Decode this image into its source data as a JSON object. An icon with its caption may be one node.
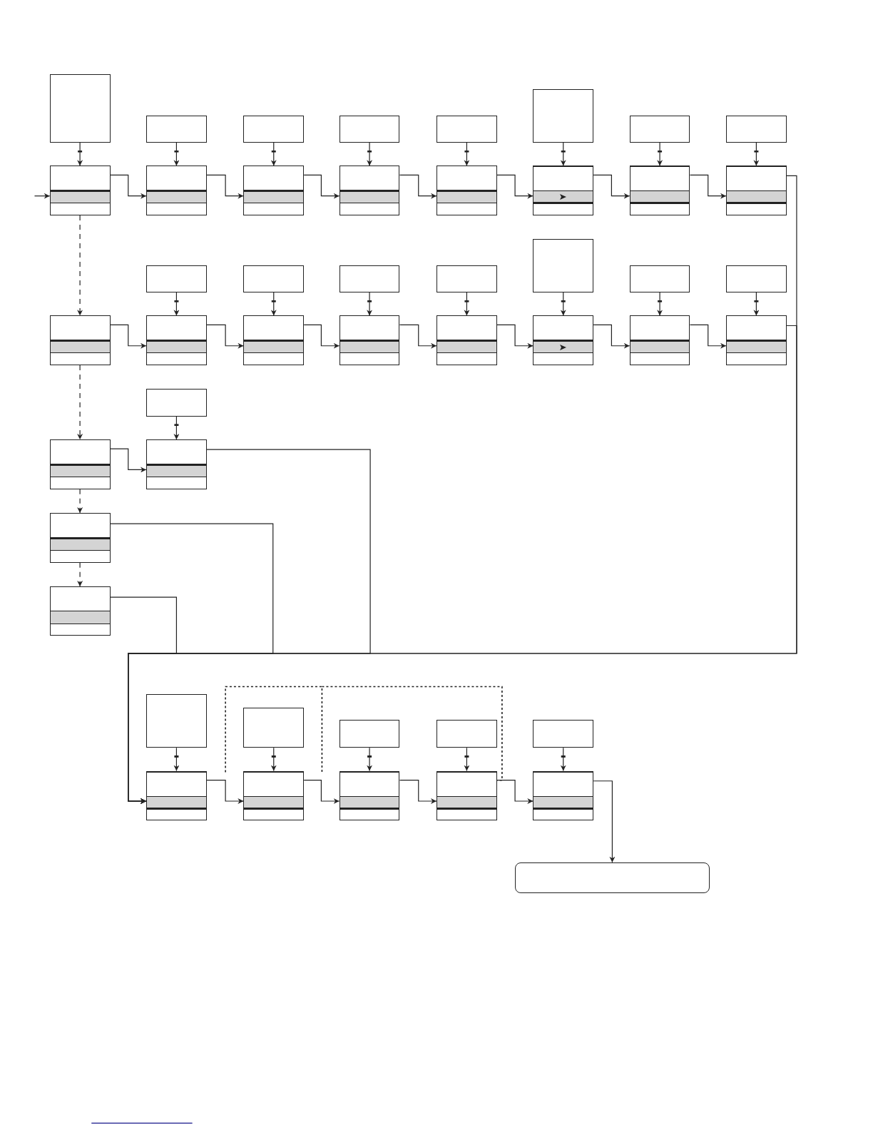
{
  "diagram": {
    "nodes": [
      {
        "text": [],
        "shape": "box"
      },
      {
        "text": [],
        "shape": "box"
      },
      {
        "text": [],
        "shape": "box"
      },
      {
        "text": [],
        "shape": "box"
      },
      {
        "text": [],
        "shape": "box"
      },
      {
        "text": [],
        "shape": "box"
      },
      {
        "text": [],
        "shape": "box"
      },
      {
        "text": [],
        "shape": "box"
      },
      {
        "text": [],
        "shape": "table"
      },
      {
        "text": [],
        "shape": "table"
      },
      {
        "text": [],
        "shape": "table"
      },
      {
        "text": [],
        "shape": "table"
      },
      {
        "text": [],
        "shape": "table"
      },
      {
        "text": [],
        "shape": "table"
      },
      {
        "text": [],
        "shape": "table"
      },
      {
        "text": [],
        "shape": "table"
      },
      {
        "text": [],
        "shape": "box"
      },
      {
        "text": [],
        "shape": "box"
      },
      {
        "text": [],
        "shape": "box"
      },
      {
        "text": [],
        "shape": "box"
      },
      {
        "text": [],
        "shape": "box"
      },
      {
        "text": [],
        "shape": "box"
      },
      {
        "text": [],
        "shape": "box"
      },
      {
        "text": [],
        "shape": "table"
      },
      {
        "text": [],
        "shape": "table"
      },
      {
        "text": [],
        "shape": "table"
      },
      {
        "text": [],
        "shape": "table"
      },
      {
        "text": [],
        "shape": "table"
      },
      {
        "text": [],
        "shape": "table"
      },
      {
        "text": [],
        "shape": "table"
      },
      {
        "text": [],
        "shape": "table"
      },
      {
        "text": [],
        "shape": "box"
      },
      {
        "text": [],
        "shape": "table"
      },
      {
        "text": [],
        "shape": "table"
      },
      {
        "text": [],
        "shape": "table"
      },
      {
        "text": [],
        "shape": "table"
      },
      {
        "text": [],
        "shape": "box"
      },
      {
        "text": [],
        "shape": "box"
      },
      {
        "text": [],
        "shape": "box"
      },
      {
        "text": [],
        "shape": "box"
      },
      {
        "text": [],
        "shape": "box"
      },
      {
        "text": [],
        "shape": "table"
      },
      {
        "text": [],
        "shape": "table"
      },
      {
        "text": [],
        "shape": "table"
      },
      {
        "text": [],
        "shape": "table"
      },
      {
        "text": [],
        "shape": "table"
      },
      {
        "text": [],
        "shape": "box"
      }
    ],
    "edges": [
      {
        "from": 0,
        "to": 8,
        "arrow": "to"
      },
      {
        "from": 1,
        "to": 9,
        "arrow": "to"
      },
      {
        "from": 2,
        "to": 10,
        "arrow": "to"
      },
      {
        "from": 3,
        "to": 11,
        "arrow": "to"
      },
      {
        "from": 4,
        "to": 12,
        "arrow": "to"
      },
      {
        "from": 5,
        "to": 13,
        "arrow": "to"
      },
      {
        "from": 6,
        "to": 14,
        "arrow": "to"
      },
      {
        "from": 7,
        "to": 15,
        "arrow": "to"
      },
      {
        "from": 16,
        "to": 24,
        "arrow": "to"
      },
      {
        "from": 17,
        "to": 25,
        "arrow": "to"
      },
      {
        "from": 18,
        "to": 26,
        "arrow": "to"
      },
      {
        "from": 19,
        "to": 27,
        "arrow": "to"
      },
      {
        "from": 20,
        "to": 28,
        "arrow": "to"
      },
      {
        "from": 21,
        "to": 29,
        "arrow": "to"
      },
      {
        "from": 22,
        "to": 30,
        "arrow": "to"
      },
      {
        "from": 31,
        "to": 33,
        "arrow": "to"
      },
      {
        "from": 36,
        "to": 41,
        "arrow": "to"
      },
      {
        "from": 37,
        "to": 42,
        "arrow": "to"
      },
      {
        "from": 38,
        "to": 43,
        "arrow": "to"
      },
      {
        "from": 39,
        "to": 44,
        "arrow": "to"
      },
      {
        "from": 40,
        "to": 45,
        "arrow": "to"
      },
      {
        "from": null,
        "to": 8,
        "arrow": "to"
      },
      {
        "from": 8,
        "to": 9,
        "arrow": "to"
      },
      {
        "from": 9,
        "to": 10,
        "arrow": "to"
      },
      {
        "from": 10,
        "to": 11,
        "arrow": "to"
      },
      {
        "from": 11,
        "to": 12,
        "arrow": "to"
      },
      {
        "from": 12,
        "to": 13,
        "arrow": "to"
      },
      {
        "from": 13,
        "to": 14,
        "arrow": "to"
      },
      {
        "from": 14,
        "to": 15,
        "arrow": "to"
      },
      {
        "from": 23,
        "to": 24,
        "arrow": "to"
      },
      {
        "from": 24,
        "to": 25,
        "arrow": "to"
      },
      {
        "from": 25,
        "to": 26,
        "arrow": "to"
      },
      {
        "from": 26,
        "to": 27,
        "arrow": "to"
      },
      {
        "from": 27,
        "to": 28,
        "arrow": "to"
      },
      {
        "from": 28,
        "to": 29,
        "arrow": "to"
      },
      {
        "from": 29,
        "to": 30,
        "arrow": "to"
      },
      {
        "from": 32,
        "to": 33,
        "arrow": "to"
      },
      {
        "from": 41,
        "to": 42,
        "arrow": "to"
      },
      {
        "from": 42,
        "to": 43,
        "arrow": "to"
      },
      {
        "from": 43,
        "to": 44,
        "arrow": "to"
      },
      {
        "from": 44,
        "to": 45,
        "arrow": "to"
      },
      {
        "from": 8,
        "to": 23,
        "arrow": "to",
        "style": "dashed"
      },
      {
        "from": 23,
        "to": 32,
        "arrow": "to",
        "style": "dashed"
      },
      {
        "from": 32,
        "to": 34,
        "arrow": "to",
        "style": "dashed"
      },
      {
        "from": 34,
        "to": 35,
        "arrow": "to",
        "style": "dashed"
      },
      {
        "from": 15,
        "to": 41,
        "arrow": "to"
      },
      {
        "from": 30,
        "to": 41,
        "arrow": "to"
      },
      {
        "from": 33,
        "to": 41,
        "arrow": "to"
      },
      {
        "from": 34,
        "to": 41,
        "arrow": "to"
      },
      {
        "from": 35,
        "to": 41,
        "arrow": "to"
      },
      {
        "from": 45,
        "to": 46,
        "arrow": "to"
      }
    ]
  }
}
